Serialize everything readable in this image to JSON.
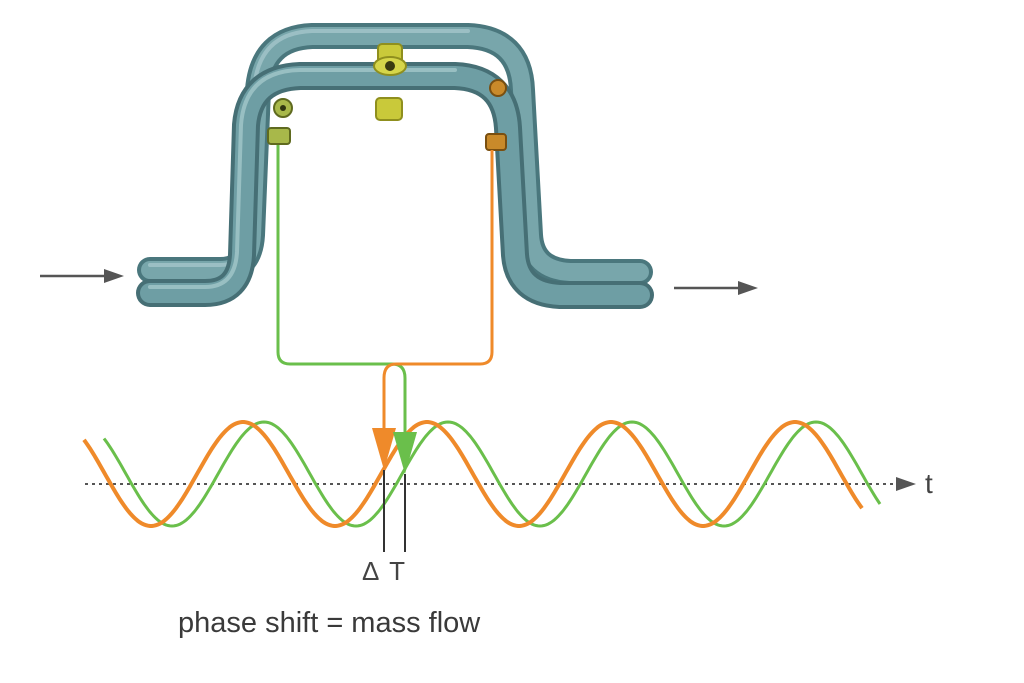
{
  "diagram": {
    "axis_label": "t",
    "delta_label": "Δ T",
    "caption": "phase shift = mass flow",
    "colors": {
      "tube": "#6e9ea4",
      "tube_dark": "#4f7f86",
      "tube_light": "#9cc2c6",
      "inlet_sensor_wave": "#ef8a2a",
      "outlet_sensor_wave": "#6abf4b",
      "arrow": "#555555",
      "axis": "#555555",
      "sensor_yellow": "#c9c93a",
      "sensor_orange": "#c98a2a"
    },
    "icons": [
      "flow-in-arrow-icon",
      "flow-out-arrow-icon",
      "sensor-icon",
      "driver-icon"
    ]
  }
}
